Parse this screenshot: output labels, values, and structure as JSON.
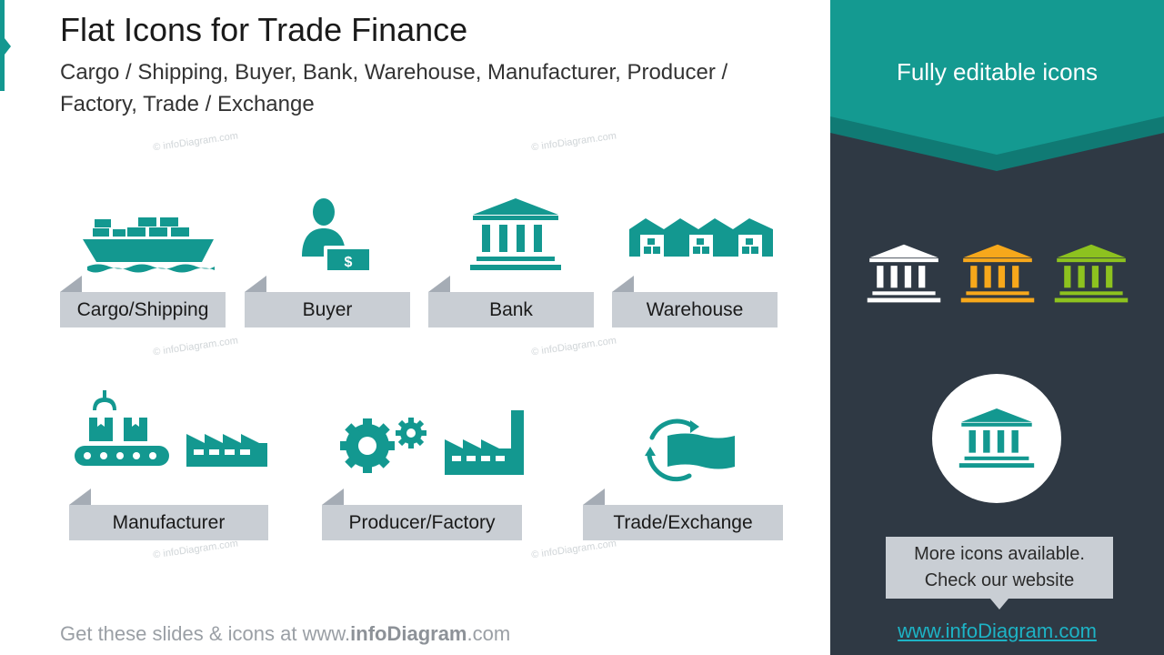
{
  "slide": {
    "title": "Flat Icons for Trade Finance",
    "subtitle": "Cargo / Shipping,  Buyer, Bank, Warehouse, Manufacturer, Producer  / Factory, Trade / Exchange",
    "watermark": "© infoDiagram.com",
    "footer_prefix": "Get these slides & icons at www.",
    "footer_brand": "infoDiagram",
    "footer_suffix": ".com"
  },
  "icons": [
    {
      "label": "Cargo/Shipping",
      "icon": "cargo-ship-icon"
    },
    {
      "label": "Buyer",
      "icon": "buyer-icon"
    },
    {
      "label": "Bank",
      "icon": "bank-icon"
    },
    {
      "label": "Warehouse",
      "icon": "warehouse-icon"
    },
    {
      "label": "Manufacturer",
      "icon": "manufacturer-icon"
    },
    {
      "label": "Producer/Factory",
      "icon": "producer-factory-icon"
    },
    {
      "label": "Trade/Exchange",
      "icon": "trade-exchange-icon"
    }
  ],
  "panel": {
    "title": "Fully editable icons",
    "variant_colors": [
      "#ffffff",
      "#f7a81b",
      "#8dc21f"
    ],
    "callout_line1": "More icons available.",
    "callout_line2": "Check our website",
    "link": "www.infoDiagram.com"
  },
  "colors": {
    "accent": "#139890",
    "panel_bg": "#2f3944",
    "label_bg": "#c9ced4",
    "fold": "#a5acb5",
    "link": "#1db3c5"
  }
}
